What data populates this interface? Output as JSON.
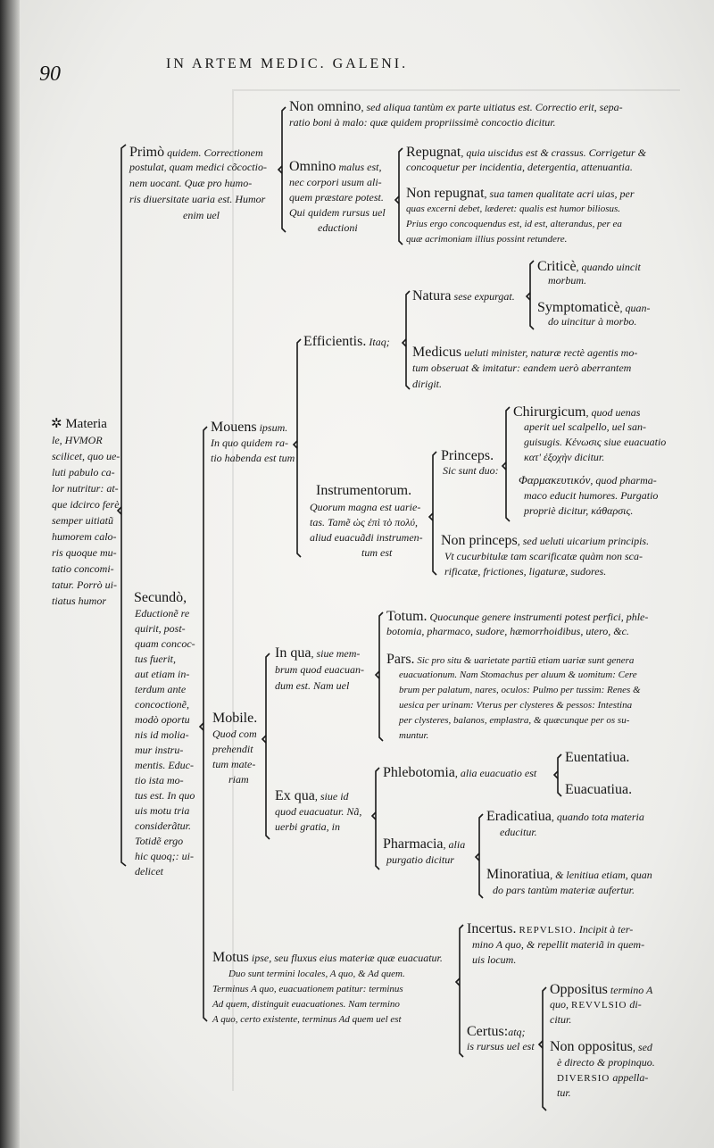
{
  "header": {
    "page_number": "90",
    "running_title": "IN ARTEM MEDIC. GALENI."
  },
  "root": {
    "label": "Materia",
    "text": [
      "le, HVMOR",
      "scilicet, quo ue-",
      "luti pabulo ca-",
      "lor nutritur: at-",
      "que idcirco ferè",
      "semper uitiatũ",
      "humorem calo-",
      "ris quoque mu-",
      "tatio concomi-",
      "tatur. Porrò ui-",
      "tiatus humor"
    ]
  },
  "primo": {
    "lead": "Primò",
    "lines": [
      "quidem. Correctionem",
      "postulat, quam medici cõcoctio-",
      "nem uocant. Quæ pro humo-",
      "ris diuersitate uaria est. Humor",
      "enim uel"
    ],
    "non_omnino": {
      "lead": "Non omnino",
      "lines": [
        ", sed aliqua tantùm ex parte uitiatus est. Correctio erit, sepa-",
        "ratio boni à malo: quæ quidem propriissimè concoctio dicitur."
      ]
    },
    "omnino": {
      "lead": "Omnino",
      "lines": [
        "malus est,",
        "nec corpori usum ali-",
        "quem præstare potest.",
        "Qui quidem rursus uel",
        "eductioni"
      ]
    },
    "repugnat": {
      "lead": "Repugnat",
      "lines": [
        ", quia uiscidus est & crassus. Corrigetur &",
        "concoquetur per incidentia, detergentia, attenuantia."
      ]
    },
    "non_repugnat": {
      "lead": "Non repugnat",
      "lines": [
        ", sua tamen qualitate acri uias, per",
        "quas excerni debet, læderet: qualis est humor biliosus.",
        "Prius ergo concoquendus est, id est, alterandus, per ea",
        "quæ acrimoniam illius possint retundere."
      ]
    }
  },
  "mouens": {
    "lead": "Mouens",
    "lines": [
      "ipsum.",
      "In quo quidem ra-",
      "tio habenda est tum"
    ],
    "efficientis": {
      "lead": "Efficientis.",
      "tail": "Itaq;"
    },
    "natura": {
      "lead": "Natura",
      "tail": "sese expurgat."
    },
    "critice": {
      "lead": "Criticè",
      "lines": [
        ", quando uincit",
        "morbum."
      ]
    },
    "symptomatice": {
      "lead": "Symptomaticè",
      "lines": [
        ", quan-",
        "do uincitur à morbo."
      ]
    },
    "medicus": {
      "lead": "Medicus",
      "lines": [
        "ueluti minister, naturæ rectè agentis mo-",
        "tum obseruat & imitatur: eandem uerò aberrantem",
        "dirigit."
      ]
    },
    "instrumentorum": {
      "lead": "Instrumentorum.",
      "lines": [
        "Quorum magna est uarie-",
        "tas. Tamẽ ὡς ἐπὶ τὸ πολύ,",
        "aliud euacuãdi instrumen-",
        "tum est"
      ]
    },
    "princeps": {
      "lead": "Princeps.",
      "lines": [
        "Sic sunt duo:"
      ]
    },
    "chirurgicum": {
      "lead": "Chirurgicum",
      "lines": [
        ", quod uenas",
        "aperit uel scalpello, uel san-",
        "guisugis. Κένωσις siue euacuatio",
        "κατ' ἐξοχὴν dicitur."
      ]
    },
    "pharmaceuticum": {
      "lead": "Φαρμακευτικόν",
      "lines": [
        ", quod pharma-",
        "maco educit humores. Purgatio",
        "propriè dicitur, κάθαρσις."
      ]
    },
    "non_princeps": {
      "lead": "Non princeps",
      "lines": [
        ", sed ueluti uicarium principis.",
        "Vt cucurbitulæ tam scarificatæ quàm non sca-",
        "rificatæ, frictiones, ligaturæ, sudores."
      ]
    }
  },
  "secundo": {
    "lead": "Secundò,",
    "lines": [
      "Eductionẽ re",
      "quirit, post-",
      "quam concoc-",
      "tus fuerit,",
      "aut etiam in-",
      "terdum ante",
      "concoctionẽ,",
      "modò oportu",
      "nis id molia-",
      "mur instru-",
      "mentis. Educ-",
      "tio ista mo-",
      "tus est. In quo",
      "uis motu tria",
      "considerãtur.",
      "Totidẽ ergo",
      "hic quoq;: ui-",
      "delicet"
    ]
  },
  "mobile": {
    "lead": "Mobile.",
    "lines": [
      "Quod com",
      "prehendit",
      "tum mate-",
      "riam"
    ],
    "in_qua": {
      "lead": "In qua",
      "lines": [
        ", siue mem-",
        "brum quod euacuan-",
        "dum est. Nam uel"
      ]
    },
    "totum": {
      "lead": "Totum.",
      "lines": [
        "Quocunque genere instrumenti potest perfici, phle-",
        "botomia, pharmaco, sudore, hæmorrhoidibus, utero, &c."
      ]
    },
    "pars": {
      "lead": "Pars.",
      "lines": [
        "Sic pro situ & uarietate partiũ etiam uariæ sunt genera",
        "euacuationum. Nam Stomachus per aluum & uomitum: Cere",
        "brum per palatum, nares, oculos: Pulmo per tussim: Renes &",
        "uesica per urinam: Vterus per clysteres & pessos: Intestina",
        "per clysteres, balanos, emplastra, & quæcunque per os su-",
        "muntur."
      ]
    },
    "ex_qua": {
      "lead": "Ex qua",
      "lines": [
        ", siue id",
        "quod euacuatur. Nã,",
        "uerbi gratia, in"
      ]
    },
    "phlebotomia": {
      "lead": "Phlebotomia",
      "tail": ", alia euacuatio est"
    },
    "euentatiua": "Euentatiua.",
    "euacuatiua": "Euacuatiua.",
    "pharmacia": {
      "lead": "Pharmacia",
      "lines": [
        ", alia",
        "purgatio dicitur"
      ]
    },
    "eradicatiua": {
      "lead": "Eradicatiua",
      "lines": [
        ", quando tota materia",
        "educitur."
      ]
    },
    "minoratiua": {
      "lead": "Minoratiua",
      "lines": [
        ", & lenitiua etiam, quan",
        "do pars tantùm materiæ aufertur."
      ]
    }
  },
  "motus": {
    "lead": "Motus",
    "lines": [
      "ipse, seu fluxus eius materiæ quæ euacuatur.",
      "Duo sunt termini locales, A quo, & Ad quem.",
      "Terminus A quo, euacuationem patitur: terminus",
      "Ad quem, distinguit euacuationes. Nam termino",
      "A quo, certo existente, terminus Ad quem uel est"
    ],
    "incertus": {
      "lead": "Incertus.",
      "sc": "REPVLSIO.",
      "lines": [
        "Incipit à ter-",
        "mino A quo, & repellit materiã in quem-",
        "uis locum."
      ]
    },
    "certus": {
      "lead": "Certus:",
      "lines": [
        "atq;",
        "is rursus uel est"
      ]
    },
    "oppositus": {
      "lead": "Oppositus",
      "line1": "termino A",
      "line2a": "quo,",
      "sc": "REVVLSIO",
      "line2b": "di-",
      "line3": "citur."
    },
    "non_oppositus": {
      "lead": "Non oppositus",
      "line1": ", sed",
      "line2": "è directo & propinquo.",
      "sc": "DIVERSIO",
      "line3b": "appella-",
      "line4": "tur."
    }
  }
}
